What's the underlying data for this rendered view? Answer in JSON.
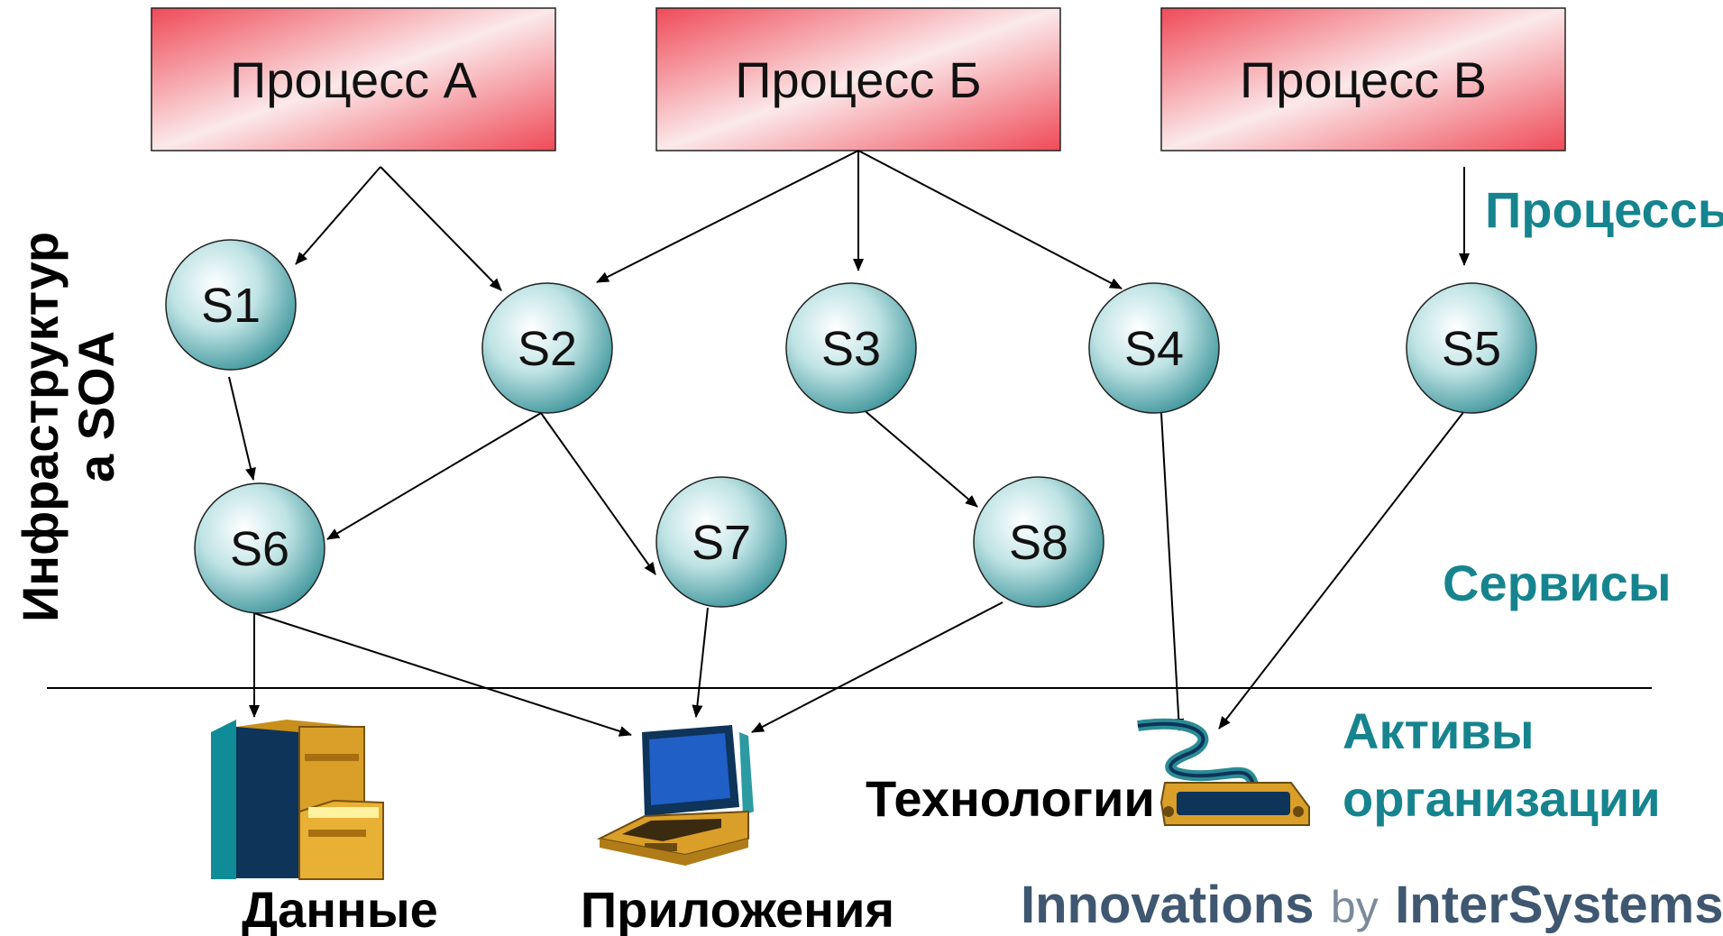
{
  "processes": [
    {
      "id": "A",
      "label": "Процесс А"
    },
    {
      "id": "B",
      "label": "Процесс Б"
    },
    {
      "id": "V",
      "label": "Процесс В"
    }
  ],
  "services": [
    {
      "id": "S1",
      "label": "S1"
    },
    {
      "id": "S2",
      "label": "S2"
    },
    {
      "id": "S3",
      "label": "S3"
    },
    {
      "id": "S4",
      "label": "S4"
    },
    {
      "id": "S5",
      "label": "S5"
    },
    {
      "id": "S6",
      "label": "S6"
    },
    {
      "id": "S7",
      "label": "S7"
    },
    {
      "id": "S8",
      "label": "S8"
    }
  ],
  "edges": [
    {
      "from": "A",
      "to": "S1"
    },
    {
      "from": "A",
      "to": "S2"
    },
    {
      "from": "B",
      "to": "S2"
    },
    {
      "from": "B",
      "to": "S3"
    },
    {
      "from": "B",
      "to": "S4"
    },
    {
      "from": "V",
      "to": "S5"
    },
    {
      "from": "S1",
      "to": "S6"
    },
    {
      "from": "S2",
      "to": "S6"
    },
    {
      "from": "S2",
      "to": "S7"
    },
    {
      "from": "S3",
      "to": "S8"
    },
    {
      "from": "S6",
      "to": "data"
    },
    {
      "from": "S6",
      "to": "apps"
    },
    {
      "from": "S7",
      "to": "apps"
    },
    {
      "from": "S8",
      "to": "apps"
    },
    {
      "from": "S4",
      "to": "tech"
    },
    {
      "from": "S5",
      "to": "tech"
    }
  ],
  "labels": {
    "side_line1": "Инфраструктур",
    "side_line2": "а SOA",
    "processes_layer": "Процессы",
    "services_layer": "Сервисы",
    "assets_line1": "Активы",
    "assets_line2": "организации",
    "data": "Данные",
    "apps": "Приложения",
    "tech": "Технологии"
  },
  "logo": {
    "part1": "Innovations",
    "part2": "by",
    "part3": "InterSystems"
  },
  "colors": {
    "process_red": "#ee4a55",
    "teal_text": "#16848e",
    "node_teal": "#3d9ea4"
  }
}
